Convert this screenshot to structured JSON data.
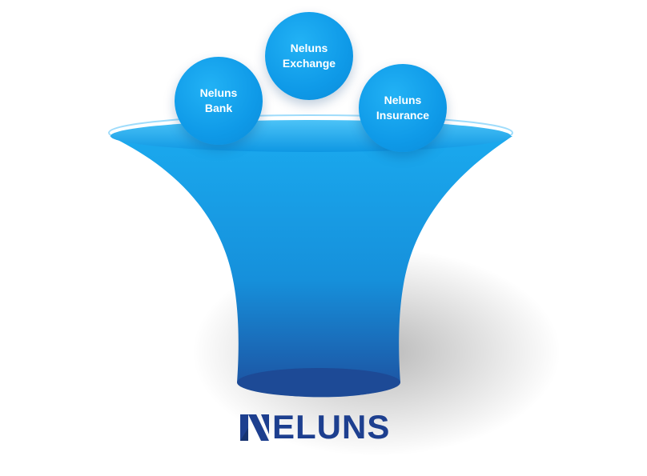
{
  "diagram": {
    "bubbles": [
      {
        "line1": "Neluns",
        "line2": "Bank"
      },
      {
        "line1": "Neluns",
        "line2": "Exchange"
      },
      {
        "line1": "Neluns",
        "line2": "Insurance"
      }
    ],
    "logo": {
      "text": "ELUNS",
      "full_name": "NELUNS",
      "color": "#1d3f8f"
    },
    "colors": {
      "funnel_top": "#1aa9ee",
      "funnel_bottom": "#1d4f9e",
      "bubble": "#0f9ae8",
      "bubble_text": "#ffffff"
    }
  }
}
